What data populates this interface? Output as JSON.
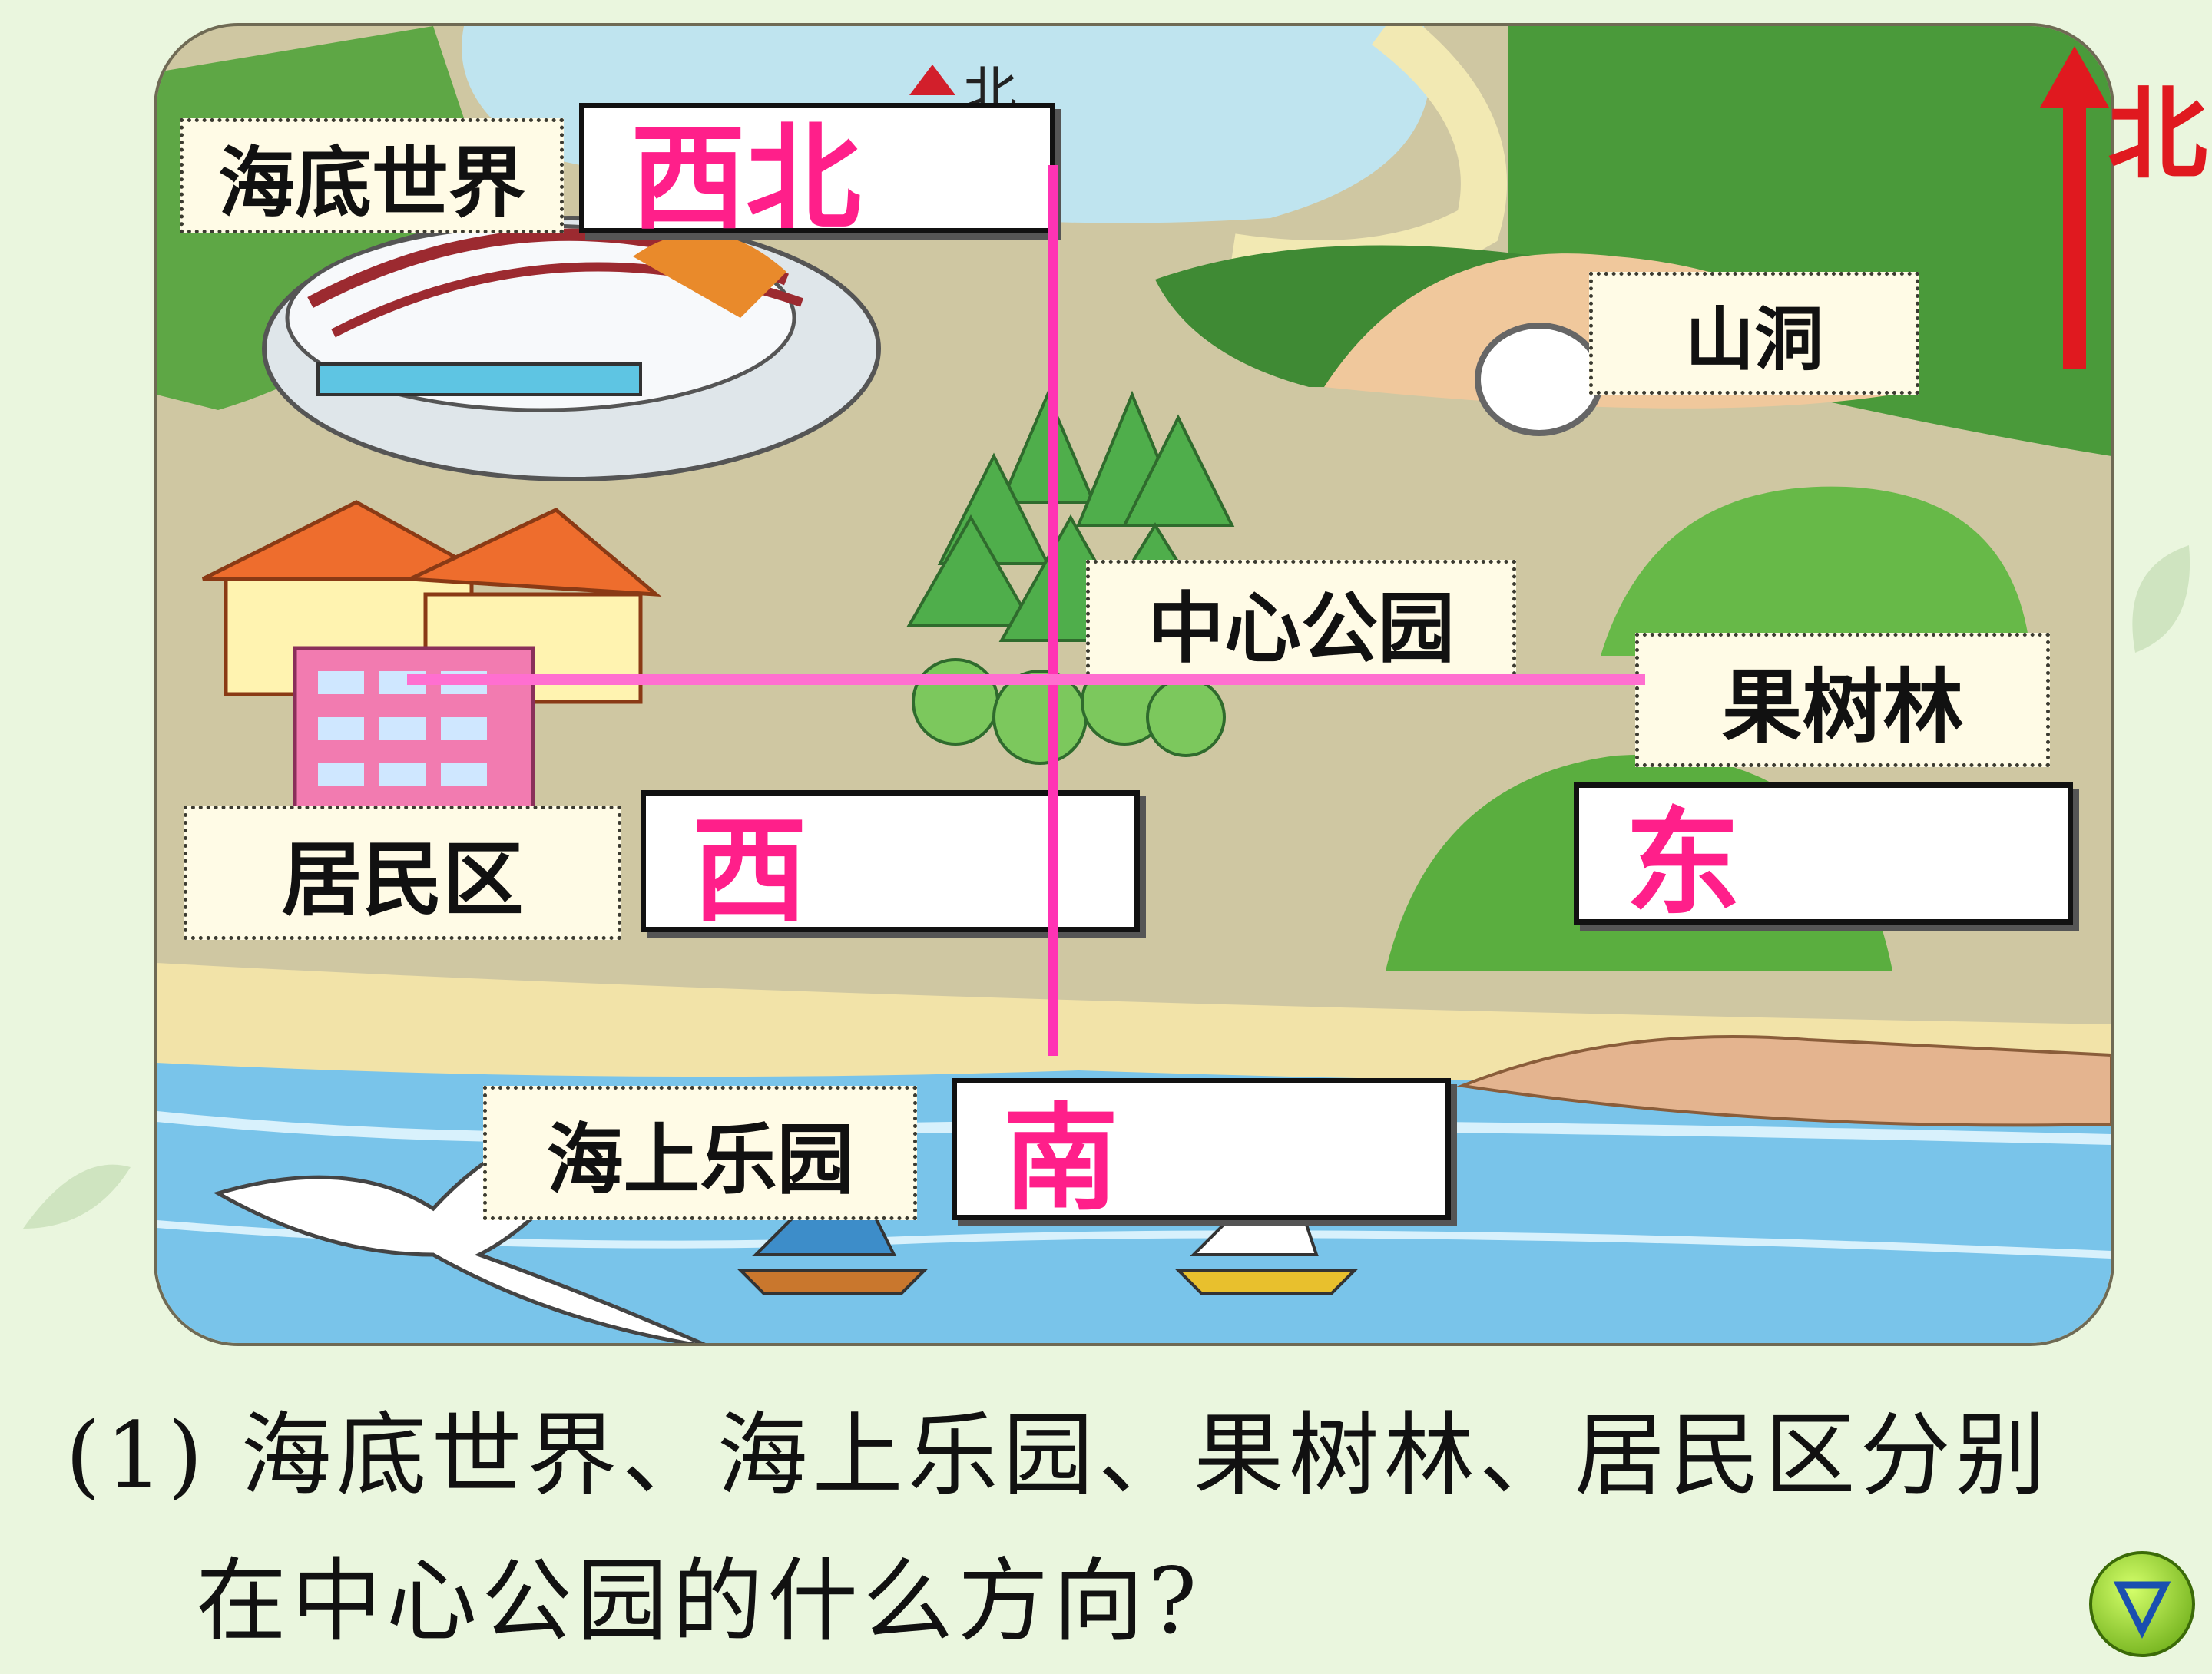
{
  "map": {
    "compass_small_label": "北",
    "places": {
      "underwater_world": "海底世界",
      "cave": "山洞",
      "central_park": "中心公园",
      "orchard": "果树林",
      "residential": "居民区",
      "sea_park": "海上乐园"
    },
    "answers": {
      "northwest": "西北",
      "west": "西",
      "east": "东",
      "south": "南"
    }
  },
  "north_arrow": {
    "label": "北",
    "color": "#e0191f"
  },
  "question": {
    "line1": "(1) 海底世界、海上乐园、果树林、居民区分别",
    "line2": "在中心公园的什么方向?"
  },
  "colors": {
    "answer_text": "#ff1f8a",
    "cross_lines": "#ff33b4"
  },
  "icons": {
    "next": "triangle-down-icon"
  }
}
